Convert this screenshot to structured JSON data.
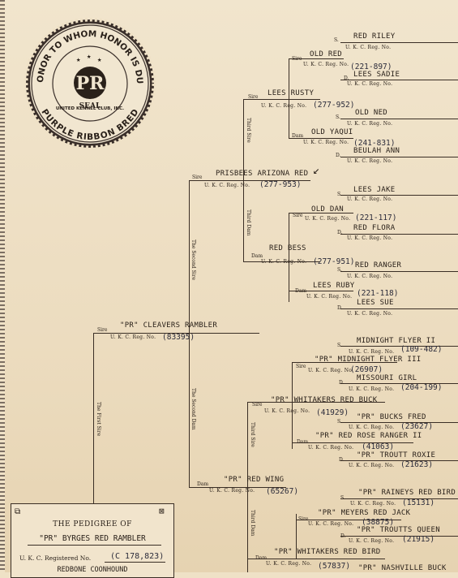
{
  "seal": {
    "top_text": "HONOR TO WHOM HONOR IS DUE",
    "center": "PR",
    "seal_word": "SEAL",
    "club": "UNITED KENNEL CLUB, INC.",
    "bottom_text": "PURPLE RIBBON BRED"
  },
  "labels": {
    "sire": "Sire",
    "dam": "Dam",
    "s": "S.",
    "d": "D.",
    "ukc": "U. K. C. Reg. No.",
    "first_sire": "The First Sire",
    "second_sire": "The Second Sire",
    "second_dam": "The Second Dam",
    "third_sire": "Third Sire",
    "third_dam": "Third Dam"
  },
  "pedigree": {
    "sire": {
      "name": "\"PR\" CLEAVERS RAMBLER",
      "reg": "(83395)"
    },
    "sire_sire": {
      "name": "PRISBEES ARIZONA RED",
      "reg": "(277-953)"
    },
    "sss": {
      "name": "LEES RUSTY",
      "reg": "(277-952)"
    },
    "ssss": {
      "name": "OLD RED",
      "reg": "(221-897)"
    },
    "sssss": {
      "name": "RED RILEY"
    },
    "ssssd": {
      "name": "LEES SADIE"
    },
    "sssd": {
      "name": "OLD YAQUI",
      "reg": "(241-831)"
    },
    "sssds": {
      "name": "OLD NED"
    },
    "sssdd": {
      "name": "BEULAH ANN"
    },
    "ssd": {
      "name": "RED BESS",
      "reg": "(277-951)"
    },
    "ssds": {
      "name": "OLD DAN",
      "reg": "(221-117)"
    },
    "ssdss": {
      "name": "LEES JAKE"
    },
    "ssdsd": {
      "name": "RED FLORA"
    },
    "ssdd": {
      "name": "LEES RUBY",
      "reg": "(221-118)"
    },
    "ssdds": {
      "name": "RED RANGER"
    },
    "ssddd": {
      "name": "LEES SUE"
    },
    "sd": {
      "name": "\"PR\" RED WING",
      "reg": "(65267)"
    },
    "sds": {
      "name": "\"PR\" WHITAKERS RED BUCK",
      "reg": "(41929)"
    },
    "sdss": {
      "name": "\"PR\" MIDNIGHT FLYER III",
      "reg": "(26907)"
    },
    "sdsss": {
      "name": "MIDNIGHT FLYER II",
      "reg": "(109-482)"
    },
    "sdssd": {
      "name": "MISSOURI GIRL",
      "reg": "(204-199)"
    },
    "sdsd": {
      "name": "\"PR\" RED ROSE RANGER II",
      "reg": "(41063)"
    },
    "sdsds": {
      "name": "\"PR\" BUCKS FRED",
      "reg": "(23627)"
    },
    "sdsdd": {
      "name": "\"PR\" TROUTT ROXIE",
      "reg": "(21623)"
    },
    "sdd": {
      "name": "\"PR\" WHITAKERS RED BIRD",
      "reg": "(57837)"
    },
    "sdds": {
      "name": "\"PR\" MEYERS RED JACK",
      "reg": "(38875)"
    },
    "sddss": {
      "name": "\"PR\" RAINEYS RED BIRD",
      "reg": "(15131)"
    },
    "sddsd": {
      "name": "\"PR\" TROUTTS QUEEN",
      "reg": "(21915)"
    },
    "sddd": {
      "name": "\"PR\" NASHVILLE BUCK"
    }
  },
  "certificate": {
    "title": "THE PEDIGREE OF",
    "dog_name": "\"PR\" BYRGES RED RAMBLER",
    "reg_label": "U. K. C. Registered No.",
    "reg_value": "(C 178,823)",
    "breed": "REDBONE COONHOUND"
  }
}
